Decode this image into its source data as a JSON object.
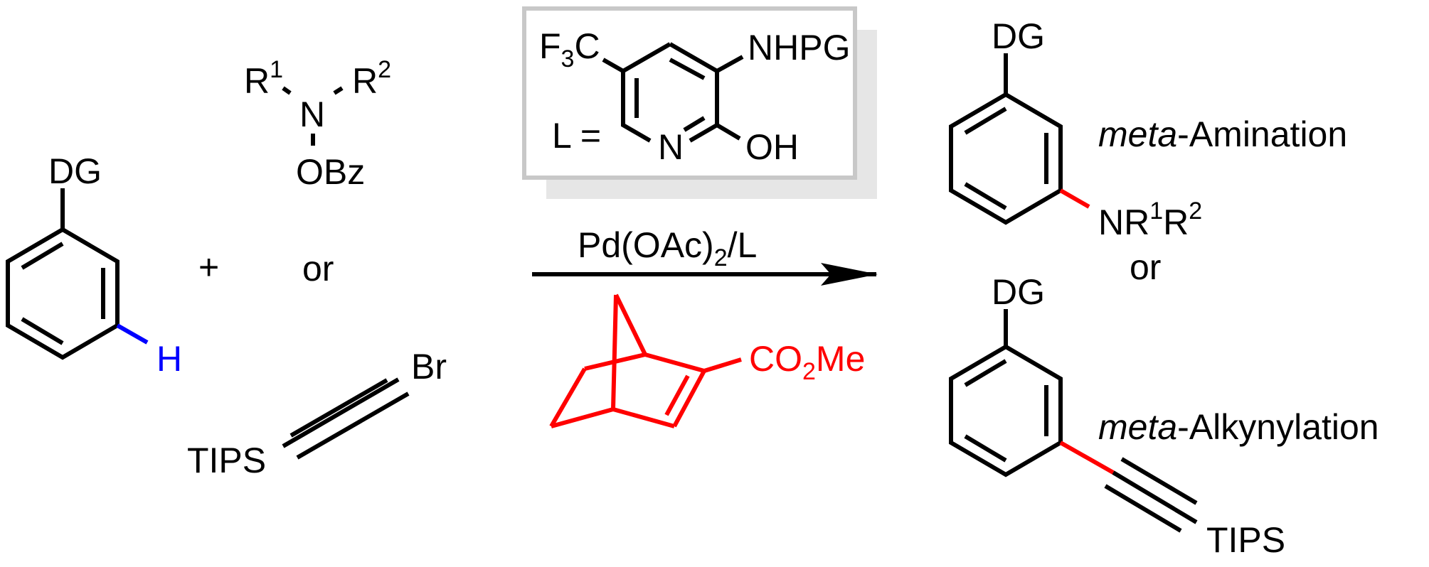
{
  "colors": {
    "bond": "#000000",
    "highlight_red": "#ff0000",
    "highlight_blue": "#0000ff",
    "ligand_box_border": "#c8c8c8",
    "ligand_box_shadow": "#e6e6e6"
  },
  "reactant": {
    "directing_group": "DG",
    "hydrogen": "H"
  },
  "plus": "+",
  "amine_reagent": {
    "r1": "R",
    "r1_sup": "1",
    "r2": "R",
    "r2_sup": "2",
    "nitrogen": "N",
    "leaving_group": "OBz"
  },
  "or_reagents": "or",
  "alkyne_reagent": {
    "silyl": "TIPS",
    "halide": "Br"
  },
  "ligand": {
    "cf3_a": "F",
    "cf3_sub": "3",
    "cf3_b": "C",
    "nhpg": "NHPG",
    "l_equals": "L =",
    "ring_n": "N",
    "oh": "OH"
  },
  "conditions": {
    "cat_a": "Pd(OAc)",
    "cat_sub": "2",
    "cat_b": "/L"
  },
  "mediator": {
    "ester_a": "CO",
    "ester_sub": "2",
    "ester_b": "Me"
  },
  "product_amination": {
    "directing_group": "DG",
    "amine_a": "NR",
    "amine_sup1": "1",
    "amine_b": "R",
    "amine_sup2": "2",
    "label_italic": "meta",
    "label_rest": "-Amination"
  },
  "or_products": "or",
  "product_alkynylation": {
    "directing_group": "DG",
    "silyl": "TIPS",
    "label_italic": "meta",
    "label_rest": "-Alkynylation"
  }
}
